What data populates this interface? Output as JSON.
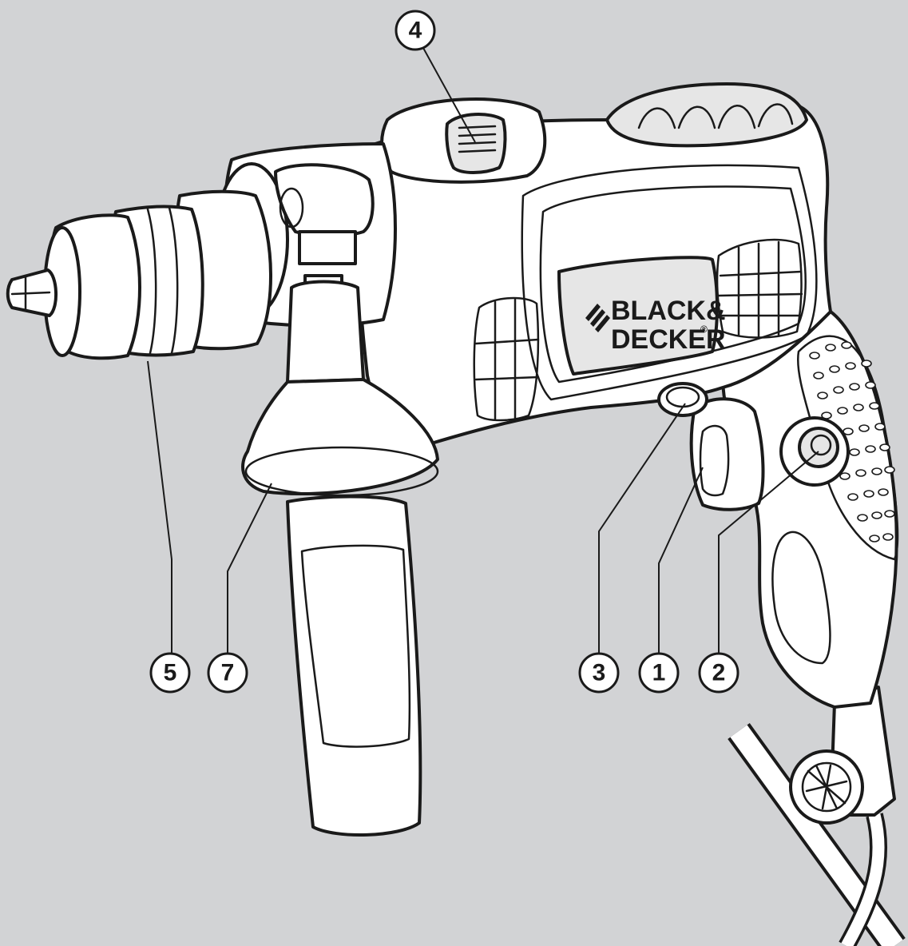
{
  "colors": {
    "background": "#d2d3d5",
    "body": "#ffffff",
    "outline": "#1a1a1a",
    "grip": "#e6e6e6"
  },
  "brand": {
    "line1": "BLACK&",
    "line2": "DECKER",
    "mark": "®"
  },
  "callouts": [
    {
      "number": "1"
    },
    {
      "number": "2"
    },
    {
      "number": "3"
    },
    {
      "number": "4"
    },
    {
      "number": "5"
    },
    {
      "number": "7"
    }
  ]
}
